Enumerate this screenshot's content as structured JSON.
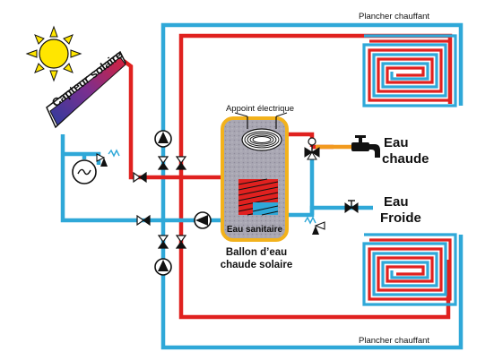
{
  "labels": {
    "collector": "Capteur solaire",
    "electric_backup": "Appoint électrique",
    "sanitary_water": "Eau sanitaire",
    "tank_line1": "Ballon d’eau",
    "tank_line2": "chaude solaire",
    "floor_top": "Plancher chauffant",
    "floor_bottom": "Plancher chauffant",
    "hot_water_line1": "Eau",
    "hot_water_line2": "chaude",
    "cold_water_line1": "Eau",
    "cold_water_line2": "Froide"
  },
  "colors": {
    "hot_pipe": "#e0211f",
    "cold_pipe": "#2fa8d8",
    "tank_border": "#f2b21c",
    "tank_fill": "#a7a4b0",
    "sun": "#ffe600",
    "hot_tap_pipe": "#f29a1e"
  }
}
